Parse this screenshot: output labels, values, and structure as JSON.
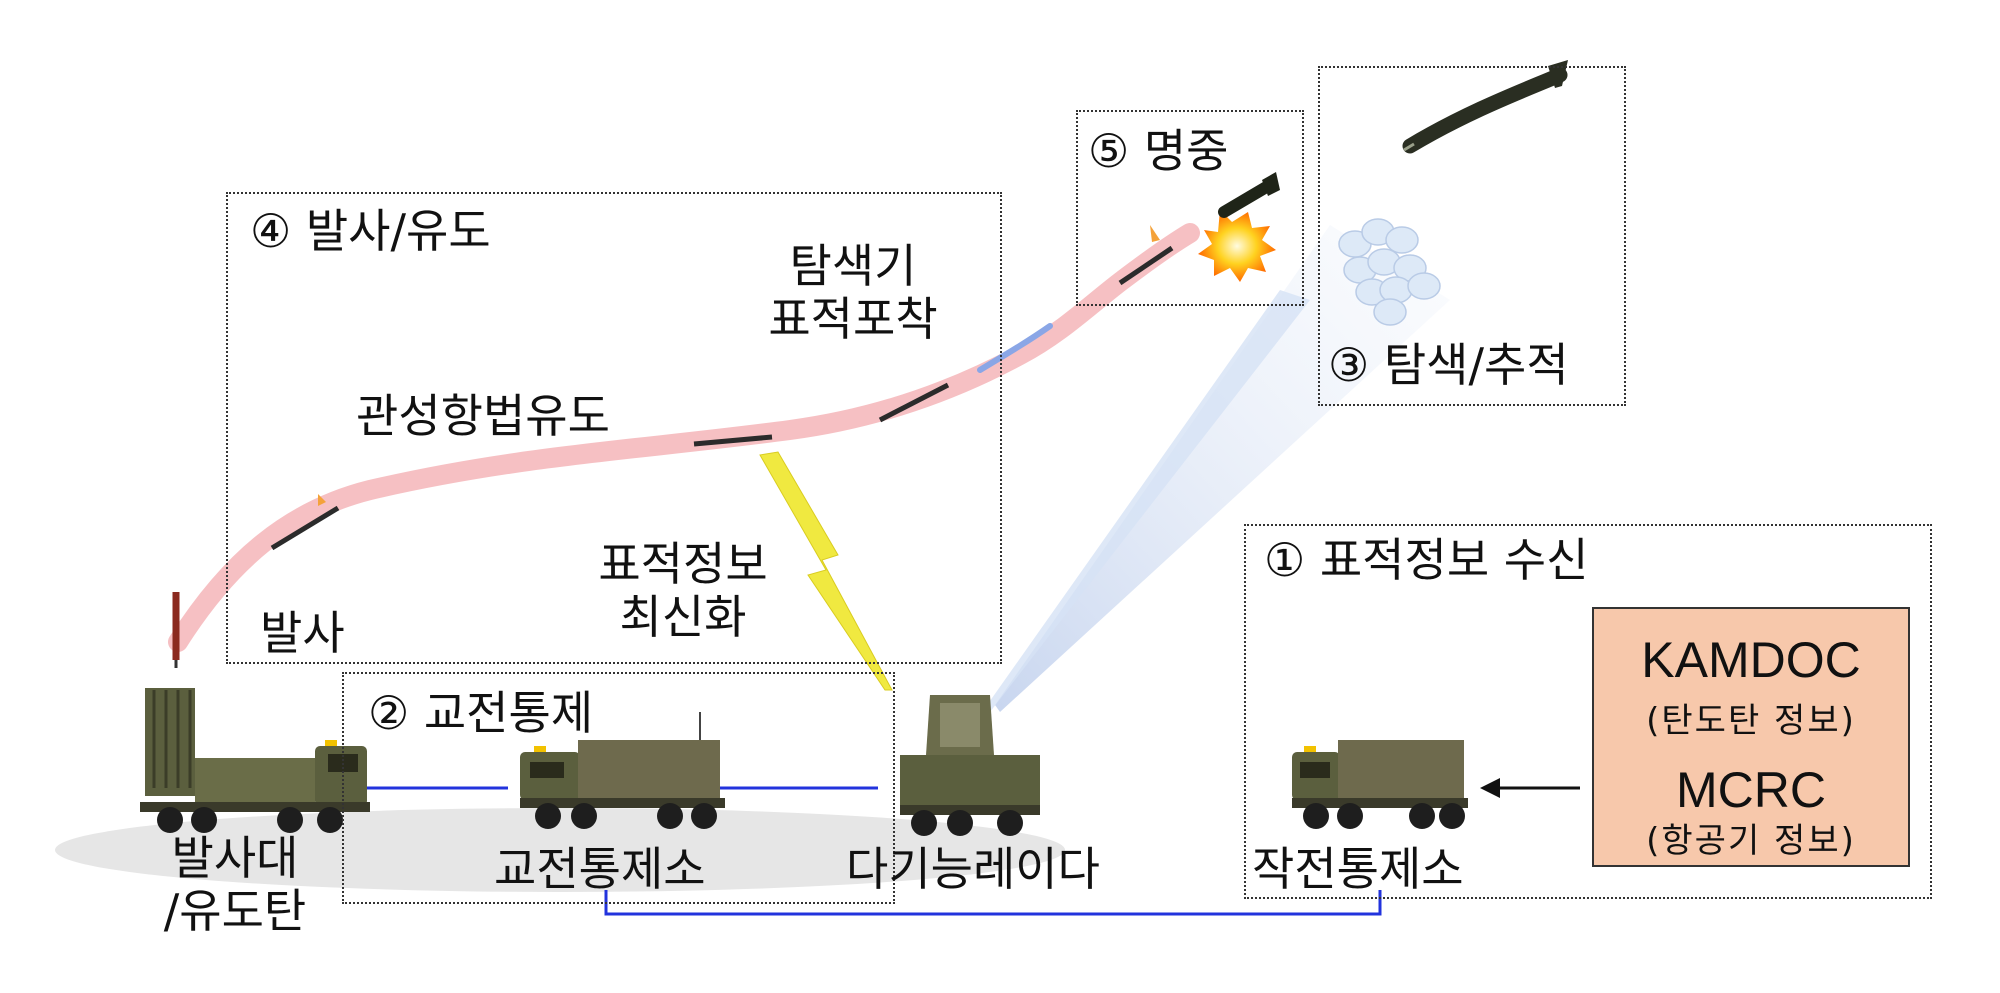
{
  "stages": {
    "launch_guidance": "④ 발사/유도",
    "intercept": "⑤ 명중",
    "search_track": "③ 탐색/추적",
    "target_info": "① 표적정보 수신",
    "engagement_control": "② 교전통제"
  },
  "trajectory": {
    "seeker_lock_line1": "탐색기",
    "seeker_lock_line2": "표적포착",
    "inertial_guidance": "관성항법유도",
    "target_update_line1": "표적정보",
    "target_update_line2": "최신화",
    "launch": "발사"
  },
  "units": {
    "launcher_line1": "발사대",
    "launcher_line2": "/유도탄",
    "ecs": "교전통제소",
    "radar": "다기능레이다",
    "ops_center": "작전통제소"
  },
  "sources": [
    {
      "name": "KAMDOC",
      "desc": "(탄도탄 정보)"
    },
    {
      "name": "MCRC",
      "desc": "(항공기 정보)"
    }
  ],
  "colors": {
    "trajectory": "#f5b5b8",
    "datalink": "#2233dd",
    "info_box": "#f7c8ab",
    "radar_beam": "#c8d8f2",
    "lightning": "#f0e940",
    "vehicle_camo": "#5b5f3e"
  }
}
